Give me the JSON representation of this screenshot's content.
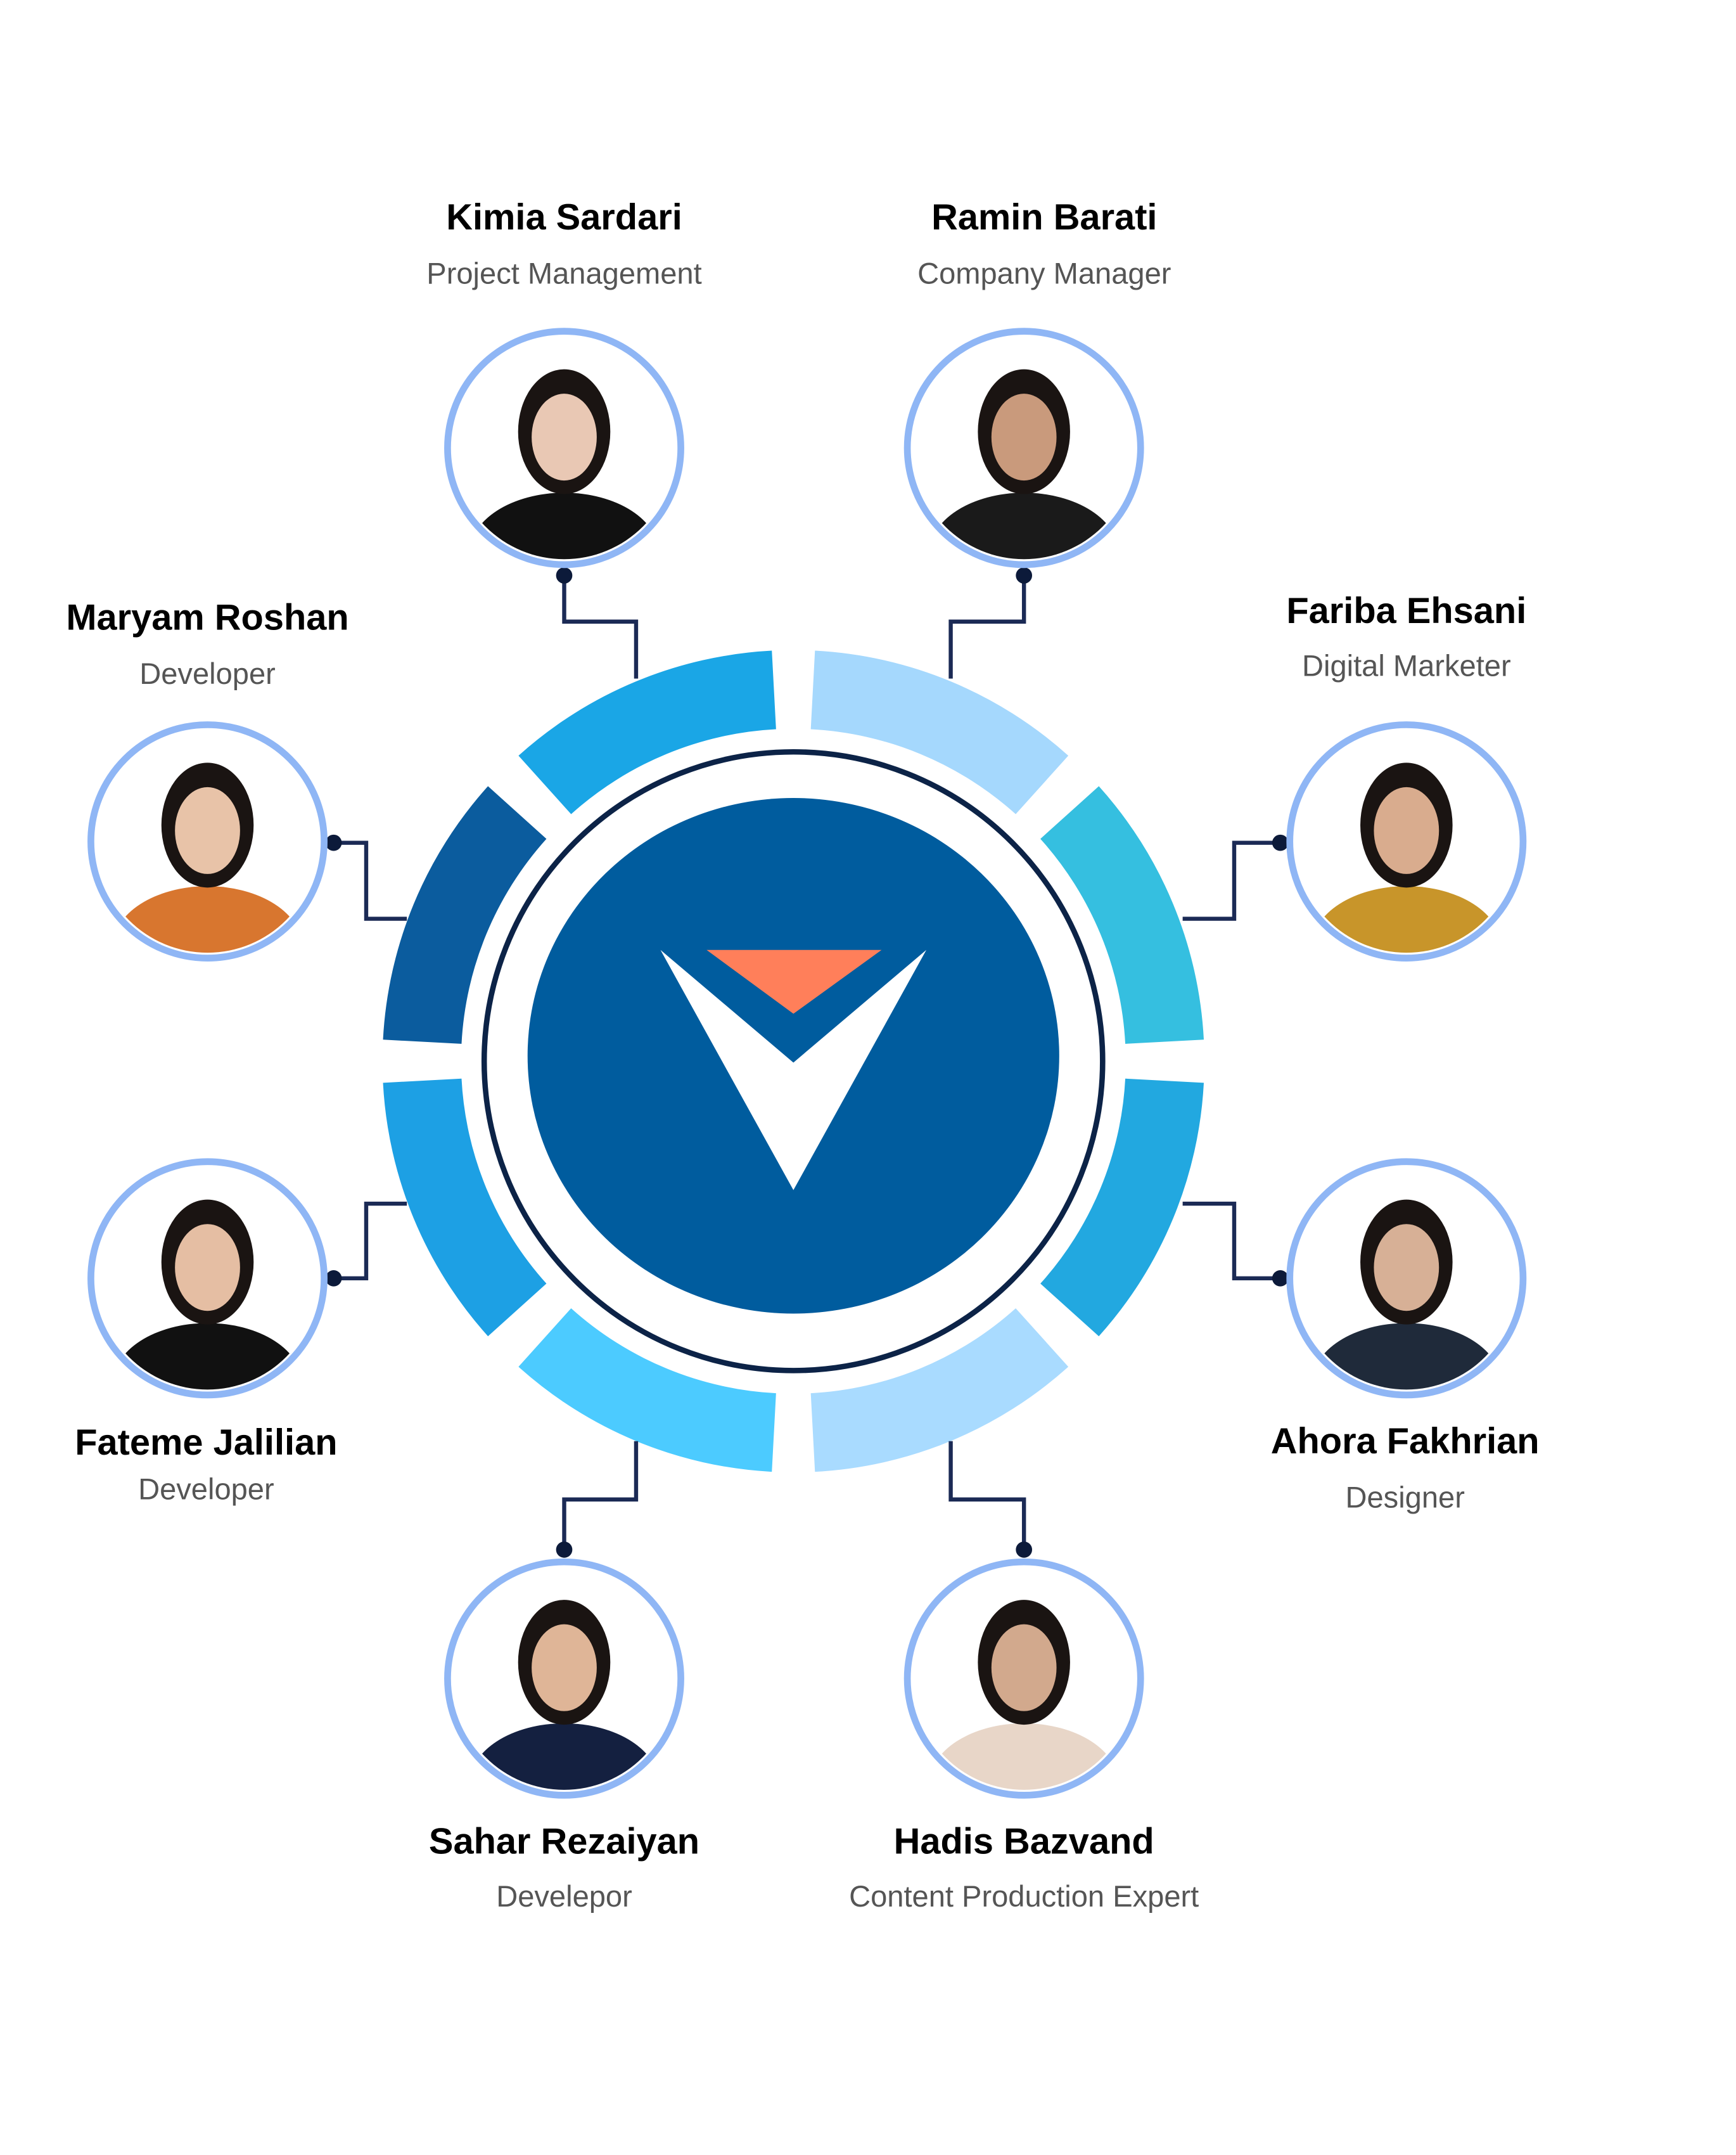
{
  "colors": {
    "logo_blue": "#005c9e",
    "logo_orange": "#ff7f5a",
    "ring_dark": "#0c2347",
    "segments": [
      "#22a8e0",
      "#a9dbff",
      "#4ccbff",
      "#1da0e4",
      "#0b5c9e",
      "#1aa6e6",
      "#a5d8fd",
      "#35bfe0"
    ]
  },
  "members": [
    {
      "name": "Kimia Sardari",
      "role": "Project Management"
    },
    {
      "name": "Ramin Barati",
      "role": "Company Manager"
    },
    {
      "name": "Maryam Roshan",
      "role": "Developer"
    },
    {
      "name": "Fariba Ehsani",
      "role": "Digital Marketer"
    },
    {
      "name": "Fateme Jalilian",
      "role": "Developer"
    },
    {
      "name": "Ahora Fakhrian",
      "role": "Designer"
    },
    {
      "name": "Sahar Rezaiyan",
      "role": "Develepor"
    },
    {
      "name": "Hadis Bazvand",
      "role": "Content Production Expert"
    }
  ]
}
